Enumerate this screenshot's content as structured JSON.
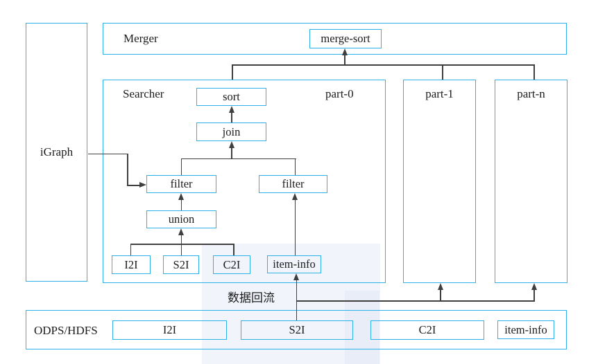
{
  "colors": {
    "box_border": "#2ab1e7",
    "connector_line": "#3f3f3f",
    "text": "#1c1c1c",
    "watermark_tint": "#eef1f9"
  },
  "nodes": {
    "igraph": "iGraph",
    "merger": "Merger",
    "merge_sort": "merge-sort",
    "searcher": "Searcher",
    "part0": "part-0",
    "part1": "part-1",
    "partn": "part-n",
    "sort": "sort",
    "join": "join",
    "filter_left": "filter",
    "filter_right": "filter",
    "union": "union",
    "i2i": "I2I",
    "s2i": "S2I",
    "c2i": "C2I",
    "item_info": "item-info",
    "odps": "ODPS/HDFS",
    "odps_i2i": "I2I",
    "odps_s2i": "S2I",
    "odps_c2i": "C2I",
    "odps_item_info": "item-info"
  },
  "annotations": {
    "backflow": "数据回流"
  }
}
